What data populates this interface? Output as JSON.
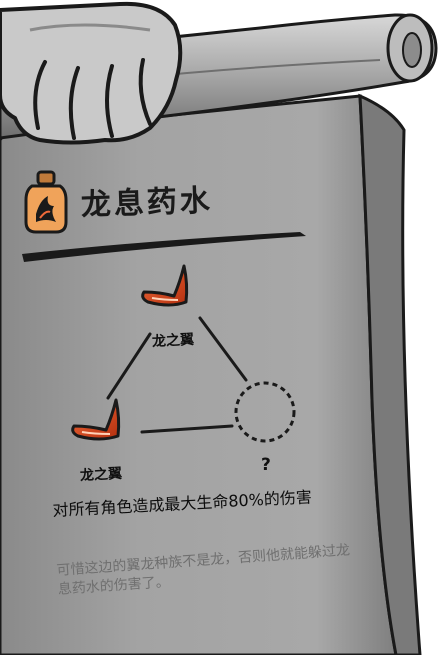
{
  "potion": {
    "title": "龙息药水",
    "icon": "potion-bottle-icon"
  },
  "recipe": {
    "ingredient_top": {
      "label": "龙之翼",
      "icon": "dragon-wing-icon"
    },
    "ingredient_left": {
      "label": "龙之翼",
      "icon": "dragon-wing-icon"
    },
    "unknown_slot": {
      "label": "?"
    }
  },
  "effect": {
    "description": "对所有角色造成最大生命80%的伤害",
    "flavor_text": "可惜这边的翼龙种族不是龙，否则他就能躲过龙息药水的伤害了。"
  },
  "colors": {
    "scroll_gray": "#9a9a9a",
    "wing_red": "#d9481e",
    "outline": "#1a1a1a"
  }
}
